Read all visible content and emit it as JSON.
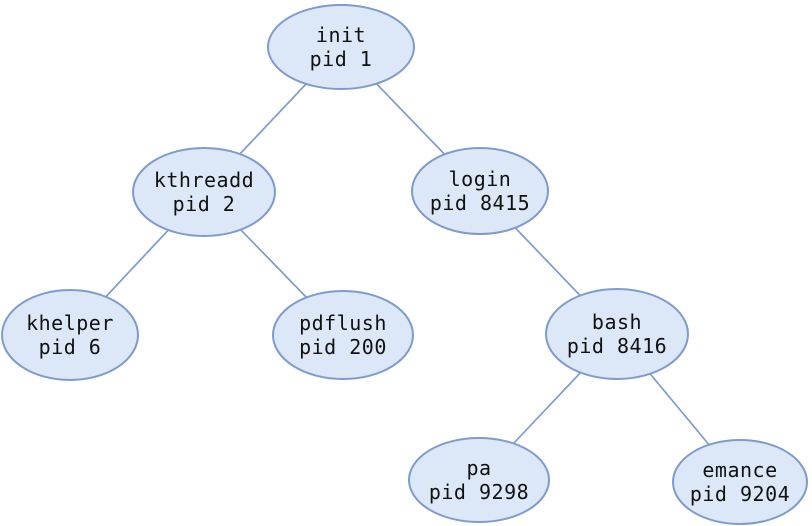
{
  "diagram": {
    "kind": "process-tree",
    "nodes": [
      {
        "name": "init",
        "pid": "pid 1"
      },
      {
        "name": "kthreadd",
        "pid": "pid 2"
      },
      {
        "name": "login",
        "pid": "pid 8415"
      },
      {
        "name": "khelper",
        "pid": "pid 6"
      },
      {
        "name": "pdflush",
        "pid": "pid 200"
      },
      {
        "name": "bash",
        "pid": "pid 8416"
      },
      {
        "name": "pa",
        "pid": "pid 9298"
      },
      {
        "name": "emance",
        "pid": "pid 9204"
      }
    ],
    "edges": [
      {
        "from": "init",
        "to": "kthreadd"
      },
      {
        "from": "init",
        "to": "login"
      },
      {
        "from": "kthreadd",
        "to": "khelper"
      },
      {
        "from": "kthreadd",
        "to": "pdflush"
      },
      {
        "from": "login",
        "to": "bash"
      },
      {
        "from": "bash",
        "to": "pa"
      },
      {
        "from": "bash",
        "to": "emance"
      }
    ],
    "colors": {
      "node_fill": "#dce8f7",
      "node_border": "#7f9bcd",
      "edge": "#7f9bcd",
      "text": "#111111",
      "background": "#ffffff"
    }
  }
}
